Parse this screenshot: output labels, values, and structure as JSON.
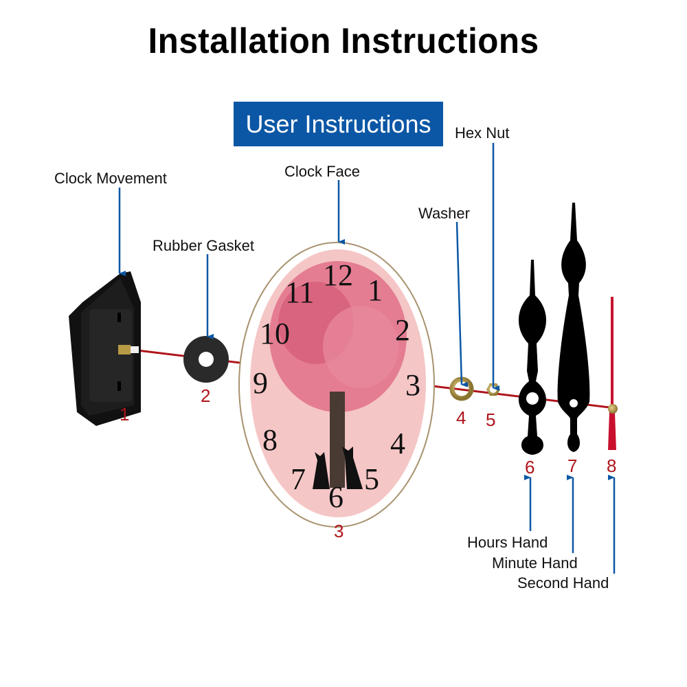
{
  "header": {
    "title": "Installation Instructions",
    "banner": "User Instructions"
  },
  "parts": [
    {
      "number": "1",
      "label": "Clock Movement"
    },
    {
      "number": "2",
      "label": "Rubber Gasket"
    },
    {
      "number": "3",
      "label": "Clock Face"
    },
    {
      "number": "4",
      "label": "Washer"
    },
    {
      "number": "5",
      "label": "Hex Nut"
    },
    {
      "number": "6",
      "label": "Hours Hand"
    },
    {
      "number": "7",
      "label": "Minute Hand"
    },
    {
      "number": "8",
      "label": "Second Hand"
    }
  ],
  "clock_face": {
    "numerals": [
      "12",
      "1",
      "2",
      "3",
      "4",
      "5",
      "6",
      "7",
      "8",
      "9",
      "10",
      "11"
    ],
    "theme": "pink heart tree with two black cats"
  },
  "colors": {
    "arrow": "#0b57a5",
    "axis_line": "#b0141b",
    "part_number": "#b0141b",
    "banner_bg": "#0b57a5",
    "face_bg": "#f5c6c6",
    "second_hand": "#c8102e"
  }
}
